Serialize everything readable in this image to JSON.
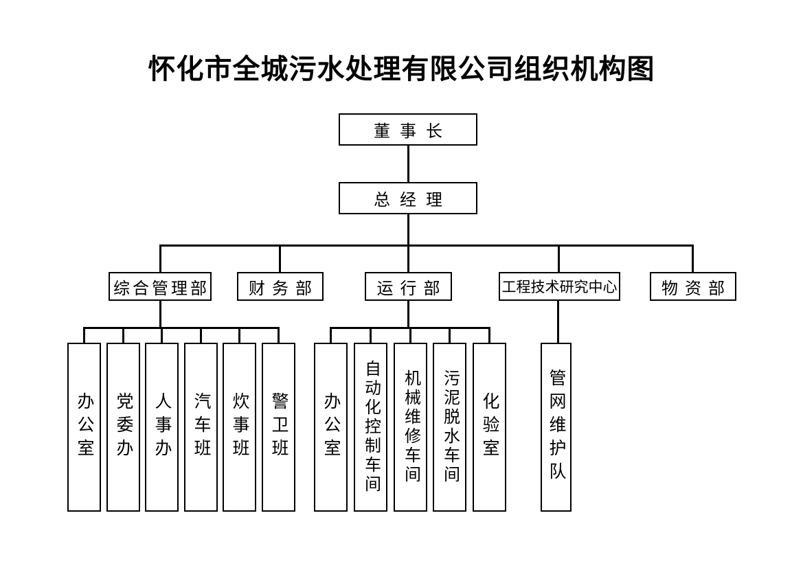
{
  "title": "怀化市全城污水处理有限公司组织机构图",
  "org": {
    "chairman": "董事长",
    "general_manager": "总经理",
    "departments": [
      {
        "name": "综合管理部",
        "children": [
          "办公室",
          "党委办",
          "人事办",
          "汽车班",
          "炊事班",
          "警卫班"
        ]
      },
      {
        "name": "财务部",
        "children": []
      },
      {
        "name": "运行部",
        "children": [
          "办公室",
          "自动化控制车间",
          "机械维修车间",
          "污泥脱水车间",
          "化验室"
        ]
      },
      {
        "name": "工程技术研究中心",
        "children": [
          "管网维护队"
        ]
      },
      {
        "name": "物资部",
        "children": []
      }
    ]
  },
  "colors": {
    "background": "#ffffff",
    "line": "#000000",
    "text": "#000000"
  }
}
